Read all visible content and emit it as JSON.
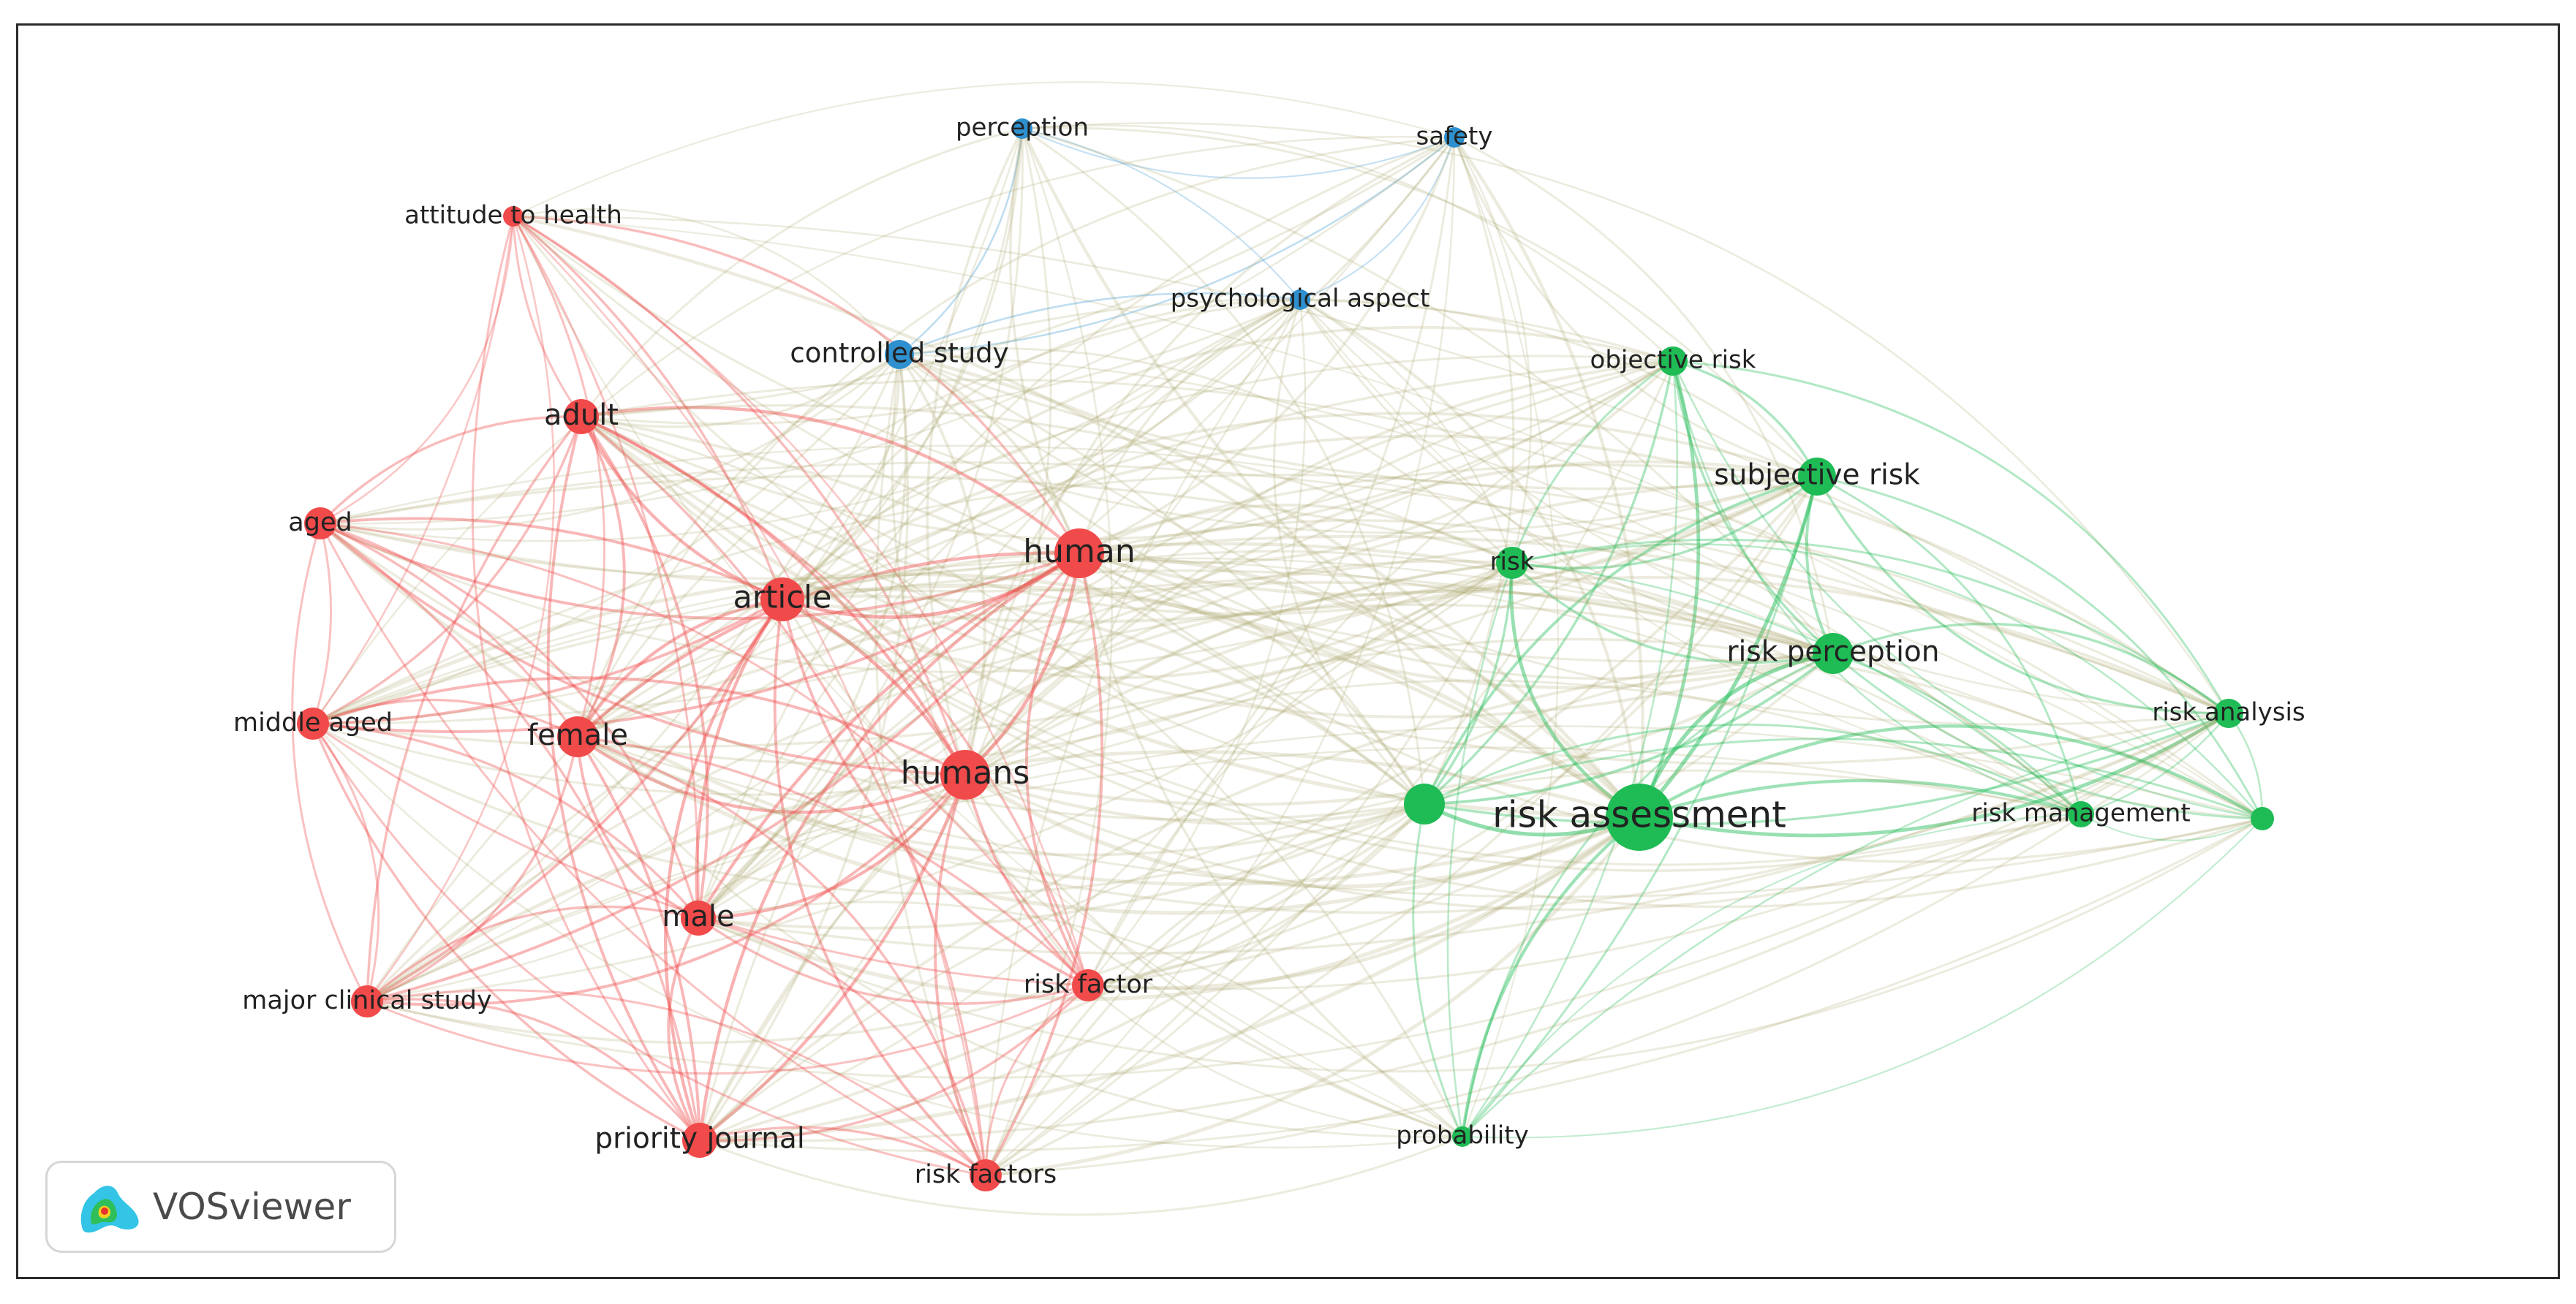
{
  "app": {
    "brand_label": "VOSviewer"
  },
  "colors": {
    "cluster1": "#f04a4a",
    "cluster2": "#1fbb55",
    "cluster3": "#2e90cf",
    "mixed": "#a9a56a"
  },
  "nodes": [
    {
      "id": "perception",
      "label": "perception",
      "cluster": 3,
      "weight": 1
    },
    {
      "id": "safety",
      "label": "safety",
      "cluster": 3,
      "weight": 1
    },
    {
      "id": "attitude_to_health",
      "label": "attitude to health",
      "cluster": 1,
      "weight": 1
    },
    {
      "id": "psychological_aspect",
      "label": "psychological aspect",
      "cluster": 3,
      "weight": 1
    },
    {
      "id": "controlled_study",
      "label": "controlled study",
      "cluster": 3,
      "weight": 2
    },
    {
      "id": "objective_risk",
      "label": "objective risk",
      "cluster": 2,
      "weight": 2
    },
    {
      "id": "adult",
      "label": "adult",
      "cluster": 1,
      "weight": 3
    },
    {
      "id": "subjective_risk",
      "label": "subjective risk",
      "cluster": 2,
      "weight": 3
    },
    {
      "id": "aged",
      "label": "aged",
      "cluster": 1,
      "weight": 2
    },
    {
      "id": "human",
      "label": "human",
      "cluster": 1,
      "weight": 4
    },
    {
      "id": "risk",
      "label": "risk",
      "cluster": 2,
      "weight": 2
    },
    {
      "id": "article",
      "label": "article",
      "cluster": 1,
      "weight": 4
    },
    {
      "id": "risk_perception",
      "label": "risk perception",
      "cluster": 2,
      "weight": 3
    },
    {
      "id": "risk_analysis",
      "label": "risk analysis",
      "cluster": 2,
      "weight": 2
    },
    {
      "id": "middle_aged",
      "label": "middle aged",
      "cluster": 1,
      "weight": 2
    },
    {
      "id": "female",
      "label": "female",
      "cluster": 1,
      "weight": 3
    },
    {
      "id": "humans",
      "label": "humans",
      "cluster": 1,
      "weight": 4
    },
    {
      "id": "unlabeled_green",
      "label": "",
      "cluster": 2,
      "weight": 3
    },
    {
      "id": "risk_assessment",
      "label": "risk assessment",
      "cluster": 2,
      "weight": 6
    },
    {
      "id": "risk_management",
      "label": "risk management",
      "cluster": 2,
      "weight": 1
    },
    {
      "id": "unlabeled_small",
      "label": "",
      "cluster": 2,
      "weight": 1
    },
    {
      "id": "male",
      "label": "male",
      "cluster": 1,
      "weight": 3
    },
    {
      "id": "risk_factor",
      "label": "risk factor",
      "cluster": 1,
      "weight": 2
    },
    {
      "id": "major_clinical_study",
      "label": "major clinical study",
      "cluster": 1,
      "weight": 2
    },
    {
      "id": "probability",
      "label": "probability",
      "cluster": 2,
      "weight": 1
    },
    {
      "id": "priority_journal",
      "label": "priority journal",
      "cluster": 1,
      "weight": 3
    },
    {
      "id": "risk_factors",
      "label": "risk factors",
      "cluster": 1,
      "weight": 2
    }
  ]
}
